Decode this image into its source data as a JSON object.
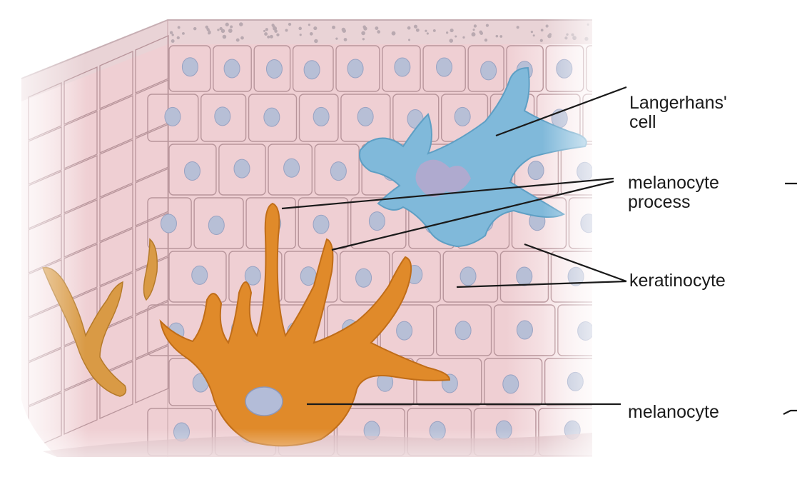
{
  "labels": {
    "langerhans_line1": "Langerhans'",
    "langerhans_line2": "cell",
    "melanocyte_process_line1": "melanocyte",
    "melanocyte_process_line2": "process",
    "keratinocyte": "keratinocyte",
    "melanocyte": "melanocyte"
  },
  "colors": {
    "background": "#ffffff",
    "tissue": "#efcfd3",
    "cell_border": "#b8959b",
    "nucleus": "#b7bfd6",
    "melanocyte": "#e08a2a",
    "langerhans_cell": "#7fb8d9",
    "leader_line": "#1a1a1a"
  }
}
